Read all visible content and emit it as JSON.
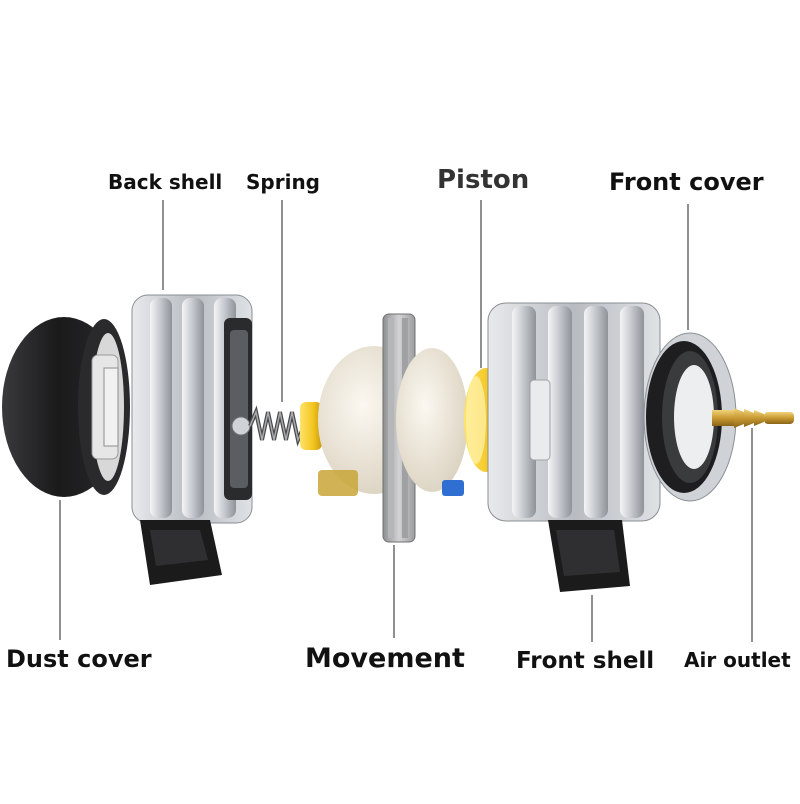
{
  "labels": {
    "back_shell": "Back shell",
    "spring": "Spring",
    "piston": "Piston",
    "front_cover": "Front cover",
    "dust_cover": "Dust cover",
    "movement": "Movement",
    "front_shell": "Front shell",
    "air_outlet": "Air outlet"
  },
  "colors": {
    "background": "#ffffff",
    "leader_line": "#555555",
    "label_text": "#111111",
    "aluminum": "#c9ccd0",
    "dust_cover_black": "#1c1c1e",
    "movement_cream": "#ede6d8",
    "piston_yellow": "#f3cf2a",
    "brass": "#c9a23e"
  }
}
